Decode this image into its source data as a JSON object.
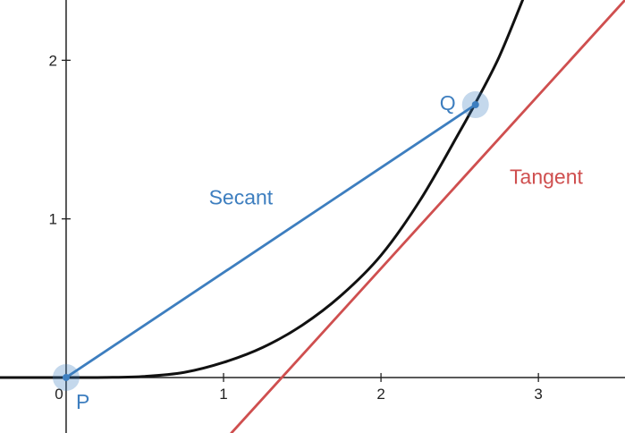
{
  "chart_data": {
    "type": "line",
    "title": "",
    "xlabel": "",
    "ylabel": "",
    "xlim": [
      -0.42,
      3.55
    ],
    "ylim": [
      -0.35,
      2.38
    ],
    "x_ticks": [
      {
        "value": 0,
        "label": "0"
      },
      {
        "value": 1,
        "label": "1"
      },
      {
        "value": 2,
        "label": "2"
      },
      {
        "value": 3,
        "label": "3"
      }
    ],
    "y_ticks": [
      {
        "value": 1,
        "label": "1"
      },
      {
        "value": 2,
        "label": "2"
      }
    ],
    "grid": false,
    "series": [
      {
        "kind": "curve",
        "color": "#111111",
        "x": [
          -0.42,
          0,
          0.25,
          0.5,
          0.75,
          1,
          1.25,
          1.5,
          1.75,
          2,
          2.25,
          2.5,
          2.6,
          2.75,
          2.9
        ],
        "y": [
          0.0,
          0.0,
          0.0005,
          0.007,
          0.032,
          0.095,
          0.19,
          0.33,
          0.52,
          0.77,
          1.12,
          1.55,
          1.73,
          2.02,
          2.38
        ]
      },
      {
        "name": "Secant",
        "kind": "line",
        "color": "#3d7ebf",
        "x": [
          0,
          2.6
        ],
        "y": [
          0,
          1.72
        ]
      },
      {
        "name": "Tangent",
        "kind": "line",
        "color": "#cf4f4f",
        "x": [
          1.05,
          3.55
        ],
        "y": [
          -0.35,
          2.38
        ]
      }
    ],
    "points": [
      {
        "label": "P",
        "x": 0,
        "y": 0,
        "color": "#3d7ebf"
      },
      {
        "label": "Q",
        "x": 2.6,
        "y": 1.72,
        "color": "#3d7ebf"
      }
    ],
    "annotations": [
      {
        "text": "Secant",
        "x": 1.11,
        "y": 1.09,
        "color": "#3d7ebf"
      },
      {
        "text": "Tangent",
        "x": 3.05,
        "y": 1.22,
        "color": "#cf4f4f"
      }
    ]
  }
}
